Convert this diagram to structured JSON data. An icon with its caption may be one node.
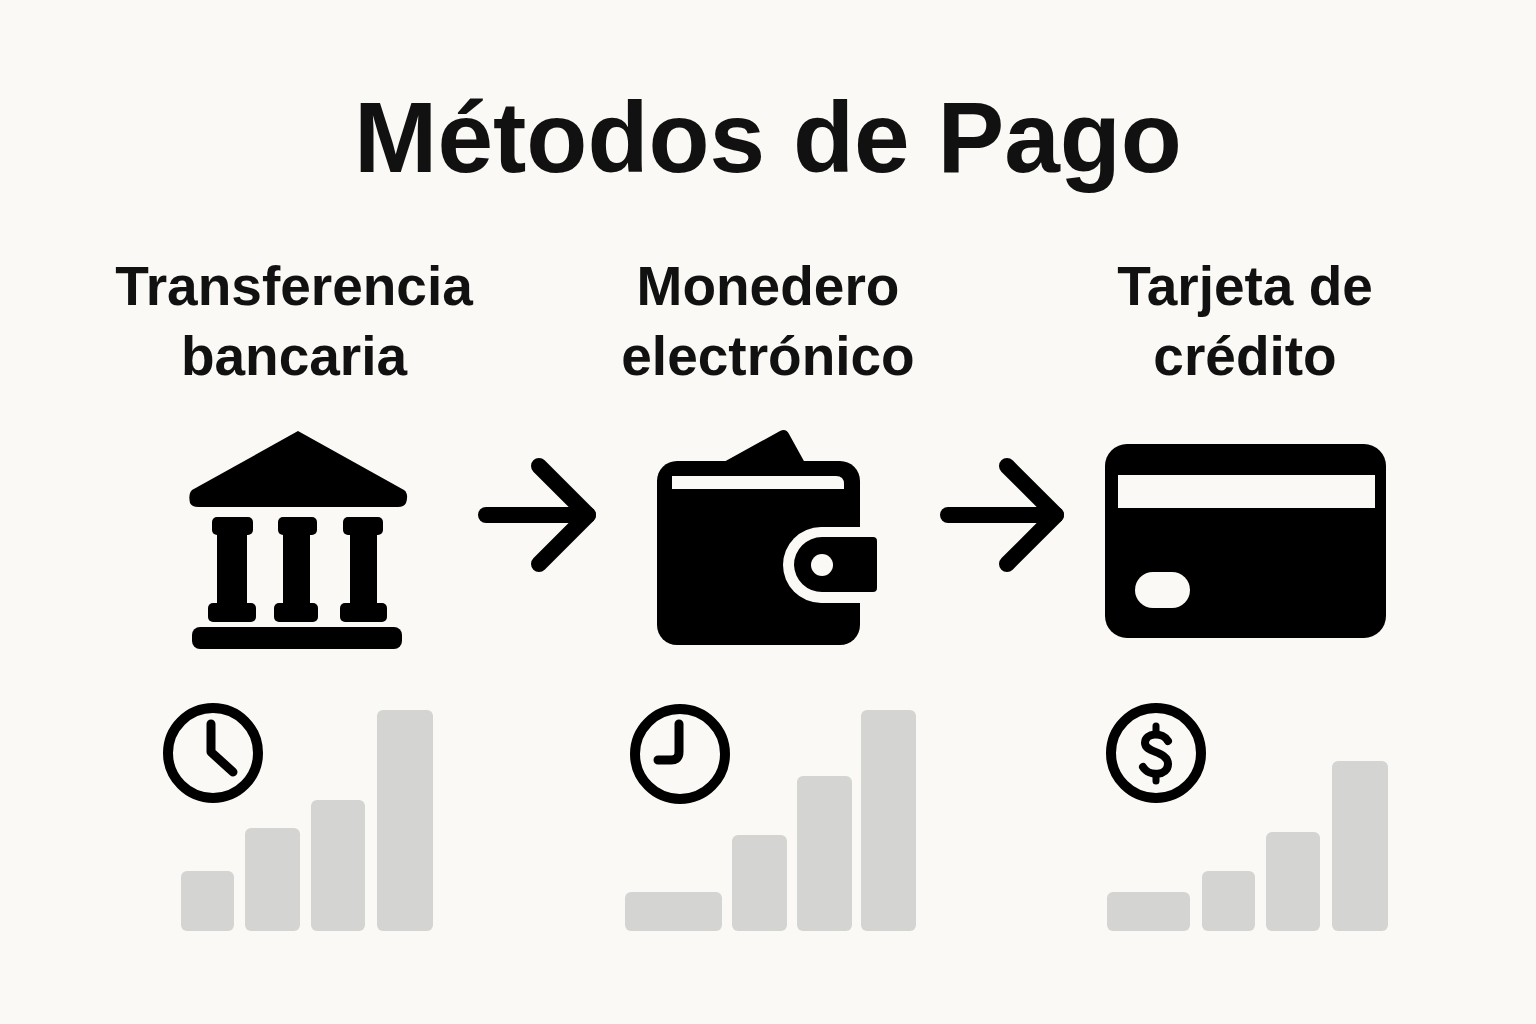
{
  "diagram": {
    "title": "Métodos de Pago",
    "nodes": [
      {
        "text": [
          "Transferencia bancaria"
        ]
      },
      {
        "text": [
          "Monedero electrónico"
        ]
      },
      {
        "text": [
          "Tarjeta de crédito"
        ]
      }
    ],
    "edges": [
      {
        "from": 0,
        "to": 1,
        "arrow": "to"
      },
      {
        "from": 1,
        "to": 2,
        "arrow": "to"
      }
    ]
  }
}
